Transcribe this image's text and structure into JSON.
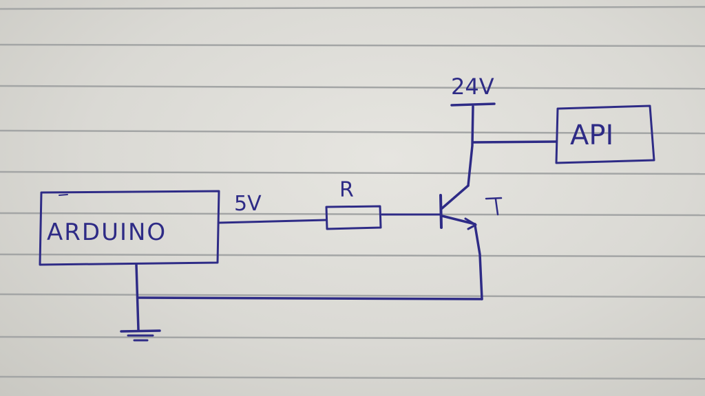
{
  "labels": {
    "arduino": "ARDUINO",
    "api": "API",
    "v5": "5V",
    "v24": "24V",
    "resistor": "R",
    "transistor": "T"
  },
  "colors": {
    "ink": "#2e2b86",
    "paper": "#dad9d4",
    "rule": "#9ea0a0"
  }
}
